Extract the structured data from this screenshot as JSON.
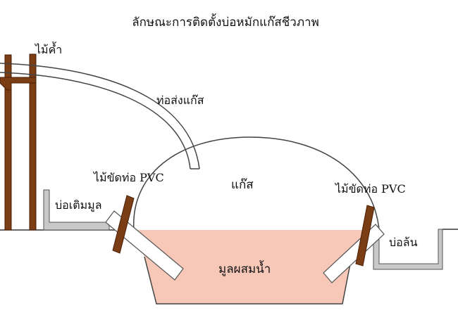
{
  "diagram": {
    "title": "ลักษณะการติดตั้งบ่อหมักแก๊สชีวภาพ",
    "labels": {
      "support_post": "ไม้ค้ำ",
      "gas_pipe": "ท่อส่งแก๊ส",
      "gas": "แก๊ส",
      "pvc_brace_left": "ไม้ขัดท่อ PVC",
      "pvc_brace_right": "ไม้ขัดท่อ PVC",
      "inlet_pit": "บ่อเติมมูล",
      "outlet_pit": "บ่อล้น",
      "slurry": "มูลผสมน้ำ"
    },
    "colors": {
      "wood": "#7a3d14",
      "wood_stroke": "#4a1f08",
      "slurry_fill": "#f7c8b8",
      "pipe_fill": "#ffffff",
      "pit_fill": "#c8c8c8",
      "outline": "#333333"
    }
  }
}
